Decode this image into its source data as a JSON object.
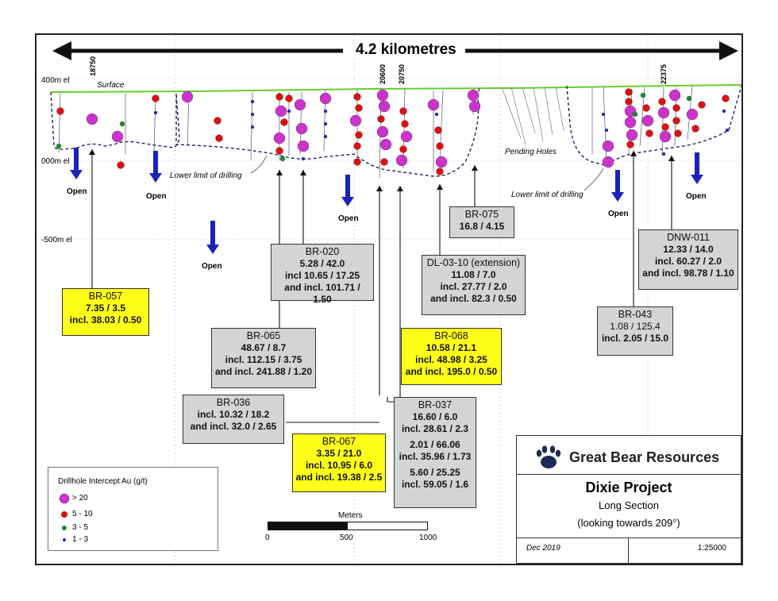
{
  "header": {
    "distance_label": "4.2 kilometres"
  },
  "section_numbers": [
    "18750",
    "20600",
    "20750",
    "22375"
  ],
  "elevations": [
    "400m el",
    "000m el",
    "-500m el"
  ],
  "annotations": {
    "surface": "Surface",
    "lower_limit": "Lower limit of drilling",
    "pending": "Pending Holes",
    "open": "Open"
  },
  "intercept_boxes": [
    {
      "id": "BR-057",
      "color": "yellow",
      "lines": [
        "7.35 / 3.5",
        "incl. 38.03 / 0.50"
      ]
    },
    {
      "id": "BR-020",
      "color": "gray",
      "lines": [
        "5.28 / 42.0",
        "incl 10.65 / 17.25",
        "and incl. 101.71 / 1.50"
      ]
    },
    {
      "id": "BR-065",
      "color": "gray",
      "lines": [
        "48.67 / 8.7",
        "incl. 112.15 / 3.75",
        "and incl. 241.88 / 1.20"
      ]
    },
    {
      "id": "BR-036",
      "color": "gray",
      "lines": [
        "incl. 10.32 / 18.2",
        "and incl. 32.0 / 2.65"
      ]
    },
    {
      "id": "BR-067",
      "color": "yellow",
      "lines": [
        "3.35 / 21.0",
        "incl. 10.95 / 6.0",
        "and incl. 19.38 / 2.5"
      ]
    },
    {
      "id": "BR-037",
      "color": "gray",
      "lines": [
        "16.60 / 6.0",
        "incl. 28.61 / 2.3",
        "2.01 / 66.06",
        "incl. 35.96 / 1.73",
        "5.60 / 25.25",
        "incl. 59.05 / 1.6"
      ]
    },
    {
      "id": "BR-068",
      "color": "yellow",
      "lines": [
        "10.58 / 21.1",
        "incl. 48.98 / 3.25",
        "and incl. 195.0 / 0.50"
      ]
    },
    {
      "id": "DL-03-10 (extension)",
      "color": "gray",
      "lines": [
        "11.08 / 7.0",
        "incl. 27.77 / 2.0",
        "and incl. 82.3 / 0.50"
      ]
    },
    {
      "id": "BR-075",
      "color": "gray",
      "lines": [
        "16.8 / 4.15"
      ]
    },
    {
      "id": "DNW-011",
      "color": "gray",
      "lines": [
        "12.33 / 14.0",
        "incl. 60.27  / 2.0",
        "and incl. 98.78 / 1.10"
      ]
    },
    {
      "id": "BR-043",
      "color": "gray",
      "lines": [
        "1.08 / 125.4",
        "incl. 2.05 / 15.0"
      ]
    }
  ],
  "legend": {
    "title": "Drillhole Intercept Au (g/t)",
    "items": [
      {
        "label": "> 20",
        "color": "#cc33cc"
      },
      {
        "label": "5 - 10",
        "color": "#dd1111"
      },
      {
        "label": "3 - 5",
        "color": "#1a8a2a"
      },
      {
        "label": "1 - 3",
        "color": "#1a2ecc"
      }
    ]
  },
  "scale_bar": {
    "title": "Meters",
    "ticks": [
      "0",
      "500",
      "1000"
    ]
  },
  "title_block": {
    "company": "Great Bear Resources",
    "project": "Dixie Project",
    "subtitle": "Long Section",
    "view": "(looking towards 209°)",
    "date": "Dec 2019",
    "scale": "1:25000"
  },
  "colors": {
    "surface_line": "#66cc33",
    "arrow_blue": "#1a23b8",
    "grid": "#bbbbbb"
  }
}
